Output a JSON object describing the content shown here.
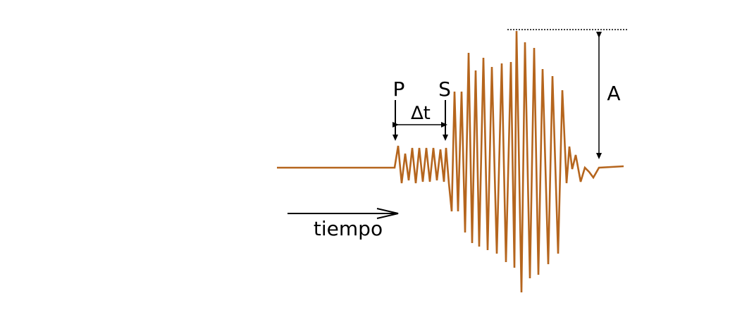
{
  "labels": {
    "p_wave": "P",
    "s_wave": "S",
    "delta_t": "∆t",
    "amplitude": "A",
    "time_axis": "tiempo"
  },
  "colors": {
    "seismogram": "#b5651d",
    "annotation": "#000000",
    "background": "#ffffff"
  }
}
